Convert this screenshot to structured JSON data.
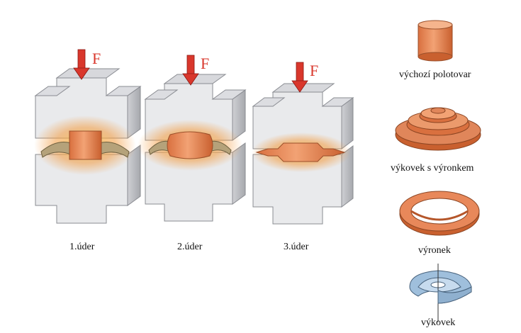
{
  "force_label": "F",
  "strokes": [
    {
      "label": "1.úder"
    },
    {
      "label": "2.úder"
    },
    {
      "label": "3.úder"
    }
  ],
  "parts": [
    {
      "label": "výchozí polotovar"
    },
    {
      "label": "výkovek s výronkem"
    },
    {
      "label": "výronek"
    },
    {
      "label": "výkovek"
    }
  ],
  "colors": {
    "die": "#e9eaec",
    "die_edge": "#8a8c92",
    "metal": "#e8885a",
    "metal_dark": "#c96a3c",
    "arrow": "#d9372c",
    "glow": "#f5c04a",
    "cut": "#8fb6d9"
  }
}
